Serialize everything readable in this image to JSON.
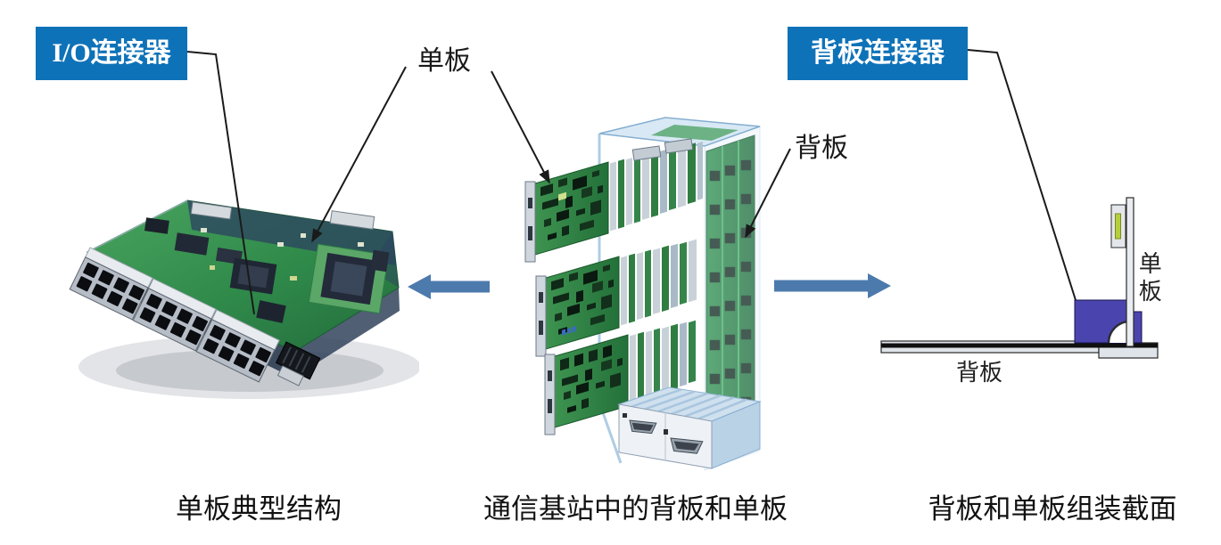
{
  "diagram": {
    "callouts": {
      "io_connector": "I/O连接器",
      "backplane_connector": "背板连接器",
      "board": "单板",
      "backplane": "背板",
      "board_side": "单板",
      "backplane_bottom": "背板"
    },
    "captions": {
      "left": "单板典型结构",
      "middle": "通信基站中的背板和单板",
      "right": "背板和单板组装截面"
    },
    "colors": {
      "callout_bg": "#0e72b8",
      "callout_text": "#ffffff",
      "flow_arrow": "#4d7aad",
      "leader": "#1a1a1a",
      "pcb_green": "#2f8a4a",
      "chassis_blue": "#bcd6ea",
      "connector_blue": "#4a45ae",
      "board_gray": "#e9edf1",
      "component_green": "#b5cf3a"
    }
  }
}
